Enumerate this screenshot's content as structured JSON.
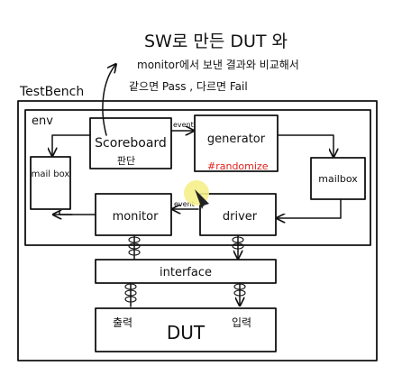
{
  "note": {
    "line1": "SW로 만든 DUT 와",
    "line2": "monitor에서 보낸 결과와 비교해서",
    "line3": "같으면 Pass , 다르면 Fail"
  },
  "labels": {
    "testbench": "TestBench",
    "env": "env",
    "scoreboard": "Scoreboard",
    "scoreboard_sub": "판단",
    "generator": "generator",
    "randomize": "#randomize",
    "mailbox_left": "mail box",
    "mailbox_right": "mailbox",
    "monitor": "monitor",
    "driver": "driver",
    "event_top": "event",
    "event_mid": "event",
    "interface": "interface",
    "dut": "DUT",
    "dut_output": "출력",
    "dut_input": "입력"
  },
  "colors": {
    "ink": "#111111",
    "red": "#e0201b",
    "cursor_highlight": "#f5f08a"
  }
}
